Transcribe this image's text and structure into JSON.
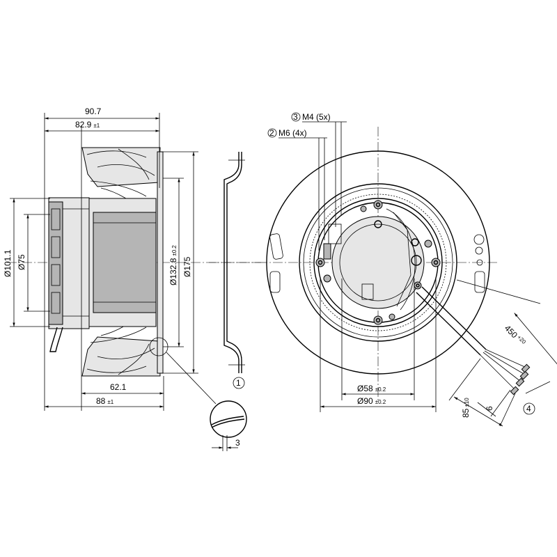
{
  "side_view": {
    "overall_depth": "90.7",
    "flange_depth": "82.9",
    "flange_depth_tol": "±1",
    "motor_depth": "62.1",
    "depth_total": "88",
    "depth_total_tol": "±1",
    "dia_rotor": "Ø101.1",
    "dia_hub": "Ø75",
    "dia_inner": "Ø132.8",
    "dia_inner_tol": "±0.2",
    "dia_outer": "Ø175"
  },
  "section_view": {
    "detail_callout": "1",
    "detail_dimension": "3"
  },
  "front_view": {
    "thread_m4_num": "3",
    "thread_m4": "M4 (5x)",
    "thread_m6_num": "2",
    "thread_m6": "M6 (4x)",
    "bolt_circle_inner": "Ø58",
    "bolt_circle_inner_tol": "±0.2",
    "bolt_circle_outer": "Ø90",
    "bolt_circle_outer_tol": "±0.2",
    "cable_length": "450",
    "cable_length_tol": "+20",
    "strip_length": "85",
    "strip_length_tol": "±10",
    "wire_end": "6",
    "cable_callout": "4"
  }
}
